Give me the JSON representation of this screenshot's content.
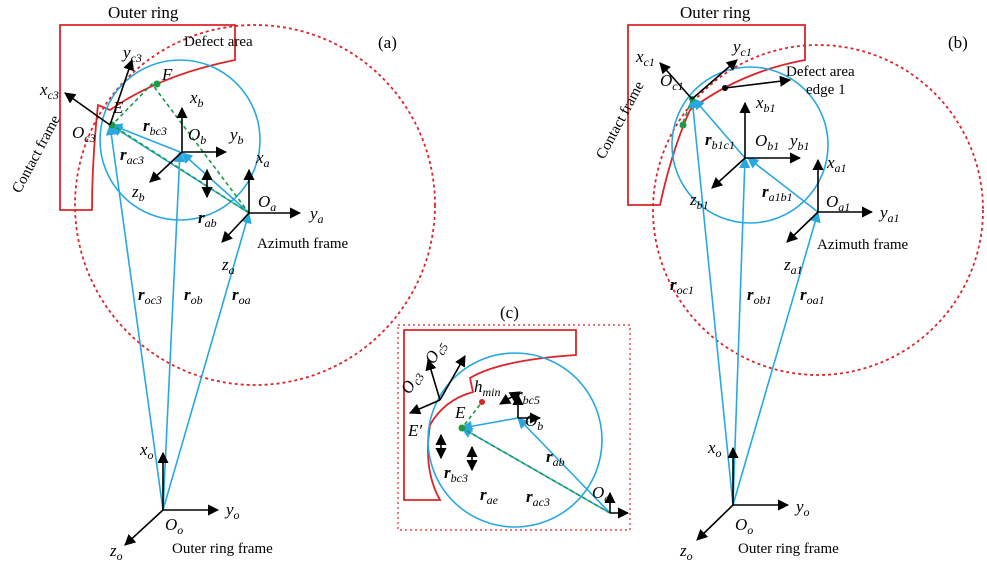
{
  "panels": {
    "a": {
      "tag": "(a)",
      "outer_ring": "Outer ring",
      "defect_area": "Defect area",
      "contact_frame": "Contact frame",
      "azimuth_frame": "Azimuth frame",
      "outer_ring_frame": "Outer ring frame",
      "points": {
        "E": "E",
        "F": "F"
      }
    },
    "b": {
      "tag": "(b)",
      "outer_ring": "Outer ring",
      "defect_area_line1": "Defect area",
      "defect_area_line2": "edge 1",
      "contact_frame": "Contact frame",
      "azimuth_frame": "Azimuth frame",
      "outer_ring_frame": "Outer ring frame"
    },
    "c": {
      "tag": "(c)",
      "points": {
        "E": "E",
        "E_prime": "E′"
      },
      "h_min": "h",
      "h_min_sub": "min"
    }
  },
  "symbols": {
    "x": "x",
    "y": "y",
    "z": "z",
    "O": "O",
    "r": "r",
    "sub_c3": "c3",
    "sub_b": "b",
    "sub_a": "a",
    "sub_o": "o",
    "sub_bc3": "bc3",
    "sub_ac3": "ac3",
    "sub_ab": "ab",
    "sub_oc3": "oc3",
    "sub_ob": "ob",
    "sub_oa": "oa",
    "sub_c1": "c1",
    "sub_b1": "b1",
    "sub_a1": "a1",
    "sub_b1c1": "b1c1",
    "sub_a1b1": "a1b1",
    "sub_oc1": "oc1",
    "sub_ob1": "ob1",
    "sub_oa1": "oa1",
    "sub_c5": "c5",
    "sub_bc5": "bc5",
    "sub_ae": "ae"
  },
  "colors": {
    "vectors": "#29a8e0",
    "outer_ring": "#d9262a",
    "defect_path": "#1a9a45",
    "axes": "#000000"
  }
}
